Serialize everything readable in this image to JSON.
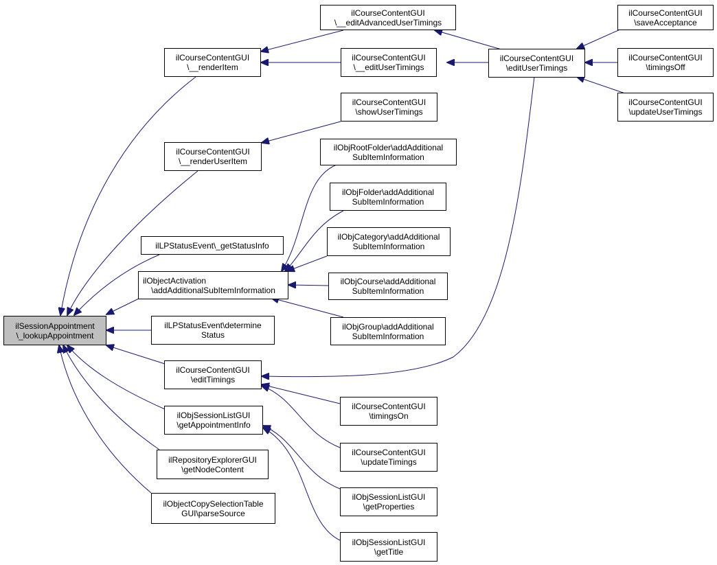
{
  "colors": {
    "edge": "#191970",
    "root_fill": "#bfbfbf",
    "node_fill": "#ffffff",
    "border": "#000000"
  },
  "nodes": {
    "root": [
      "ilSessionAppointment",
      "\\_lookupAppointment"
    ],
    "render_item": [
      "ilCourseContentGUI",
      "\\__renderItem"
    ],
    "render_user_item": [
      "ilCourseContentGUI",
      "\\__renderUserItem"
    ],
    "lp_get_status_info": [
      "ilLPStatusEvent\\_getStatusInfo"
    ],
    "obj_activation_add": [
      "ilObjectActivation",
      "\\addAdditionalSubItemInformation"
    ],
    "lp_determine_status": [
      "ilLPStatusEvent\\determine",
      "Status"
    ],
    "edit_timings": [
      "ilCourseContentGUI",
      "\\editTimings"
    ],
    "session_list_appointment": [
      "ilObjSessionListGUI",
      "\\getAppointmentInfo"
    ],
    "repo_explorer": [
      "ilRepositoryExplorerGUI",
      "\\getNodeContent"
    ],
    "copy_selection": [
      "ilObjectCopySelectionTable",
      "GUI\\parseSource"
    ],
    "edit_advanced_user_timings": [
      "ilCourseContentGUI",
      "\\__editAdvancedUserTimings"
    ],
    "edit_user_timings_private": [
      "ilCourseContentGUI",
      "\\__editUserTimings"
    ],
    "show_user_timings": [
      "ilCourseContentGUI",
      "\\showUserTimings"
    ],
    "root_folder_add": [
      "ilObjRootFolder\\addAdditional",
      "SubItemInformation"
    ],
    "folder_add": [
      "ilObjFolder\\addAdditional",
      "SubItemInformation"
    ],
    "category_add": [
      "ilObjCategory\\addAdditional",
      "SubItemInformation"
    ],
    "course_add": [
      "ilObjCourse\\addAdditional",
      "SubItemInformation"
    ],
    "group_add": [
      "ilObjGroup\\addAdditional",
      "SubItemInformation"
    ],
    "timings_on": [
      "ilCourseContentGUI",
      "\\timingsOn"
    ],
    "update_timings": [
      "ilCourseContentGUI",
      "\\updateTimings"
    ],
    "session_list_properties": [
      "ilObjSessionListGUI",
      "\\getProperties"
    ],
    "session_list_title": [
      "ilObjSessionListGUI",
      "\\getTitle"
    ],
    "edit_user_timings": [
      "ilCourseContentGUI",
      "\\editUserTimings"
    ],
    "save_acceptance": [
      "ilCourseContentGUI",
      "\\saveAcceptance"
    ],
    "timings_off": [
      "ilCourseContentGUI",
      "\\timingsOff"
    ],
    "update_user_timings": [
      "ilCourseContentGUI",
      "\\updateUserTimings"
    ]
  }
}
